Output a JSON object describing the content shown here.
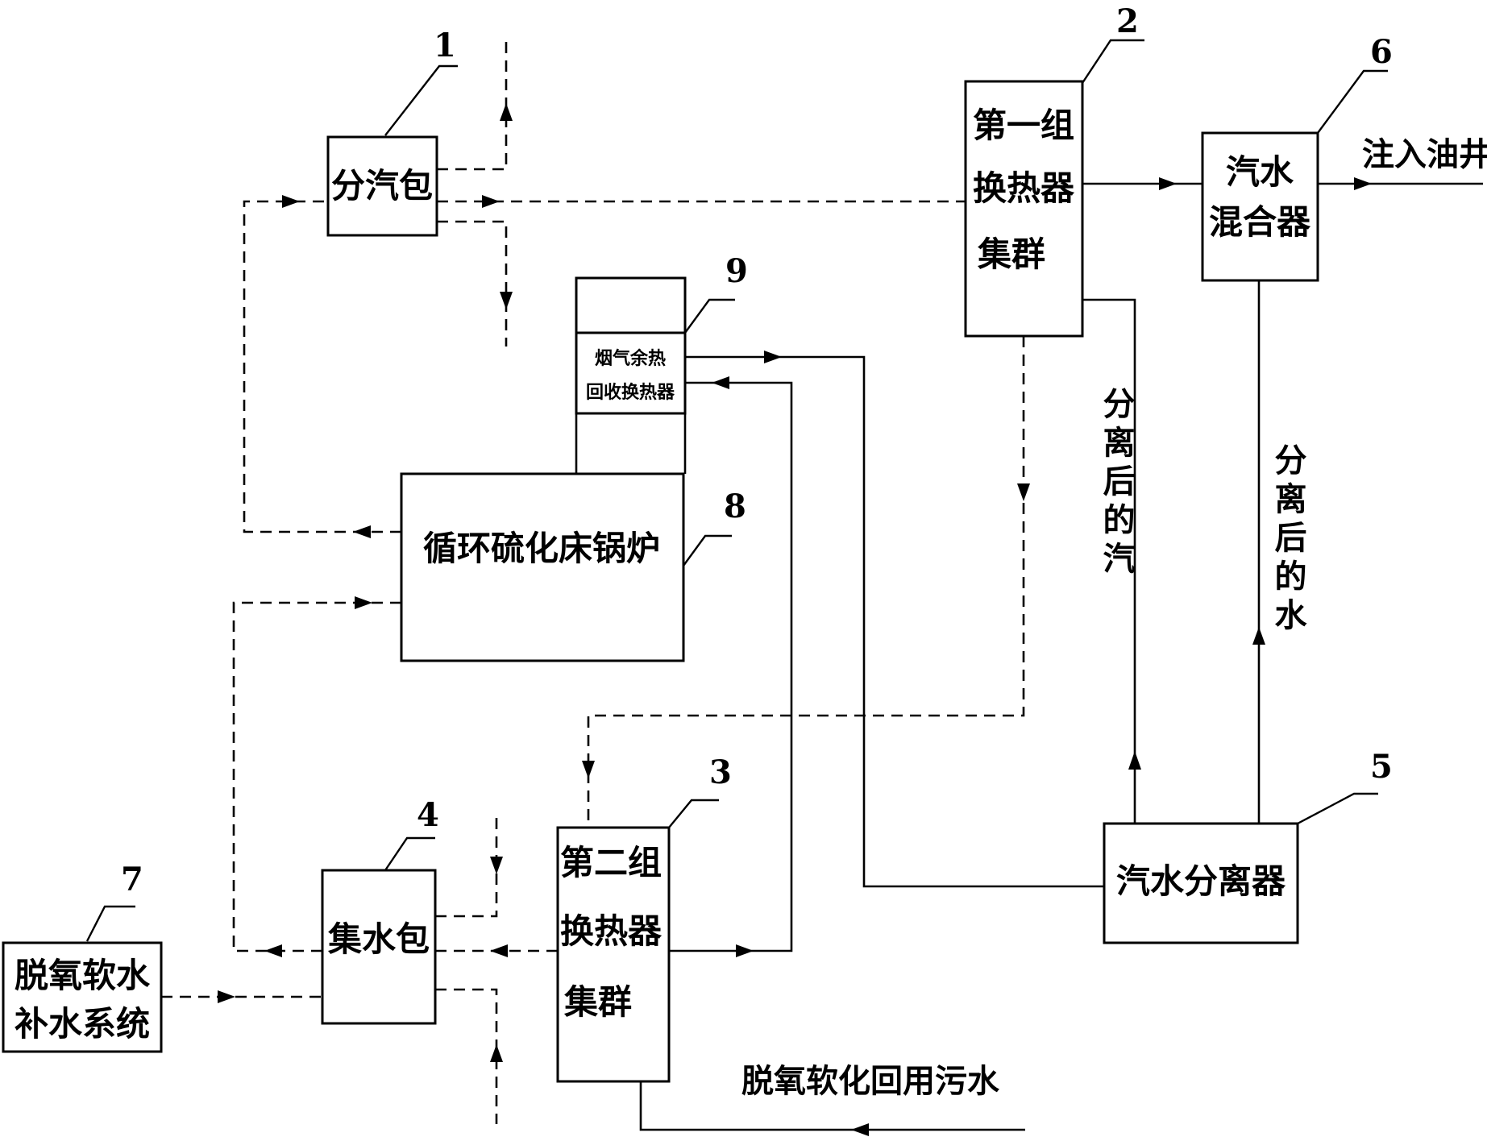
{
  "components": {
    "steam_drum": {
      "number": "1",
      "label": [
        "分汽包"
      ]
    },
    "hx_group_1": {
      "number": "2",
      "label": [
        "第一组",
        "换热器",
        "集群"
      ]
    },
    "hx_group_2": {
      "number": "3",
      "label": [
        "第二组",
        "换热器",
        "集群"
      ]
    },
    "water_drum": {
      "number": "4",
      "label": [
        "集水包"
      ]
    },
    "separator": {
      "number": "5",
      "label": [
        "汽水分离器"
      ]
    },
    "mixer": {
      "number": "6",
      "label": [
        "汽水",
        "混合器"
      ]
    },
    "makeup_system": {
      "number": "7",
      "label": [
        "脱氧软水",
        "补水系统"
      ]
    },
    "boiler": {
      "number": "8",
      "label": [
        "循环硫化床锅炉"
      ]
    },
    "flue_gas_hx": {
      "number": "9",
      "label": [
        "烟气余热",
        "回收换热器"
      ]
    }
  },
  "annotations": {
    "to_oil_well": "注入油井",
    "separated_steam": "分离后的汽",
    "separated_water": "分离后的水",
    "reuse_wastewater": "脱氧软化回用污水"
  }
}
